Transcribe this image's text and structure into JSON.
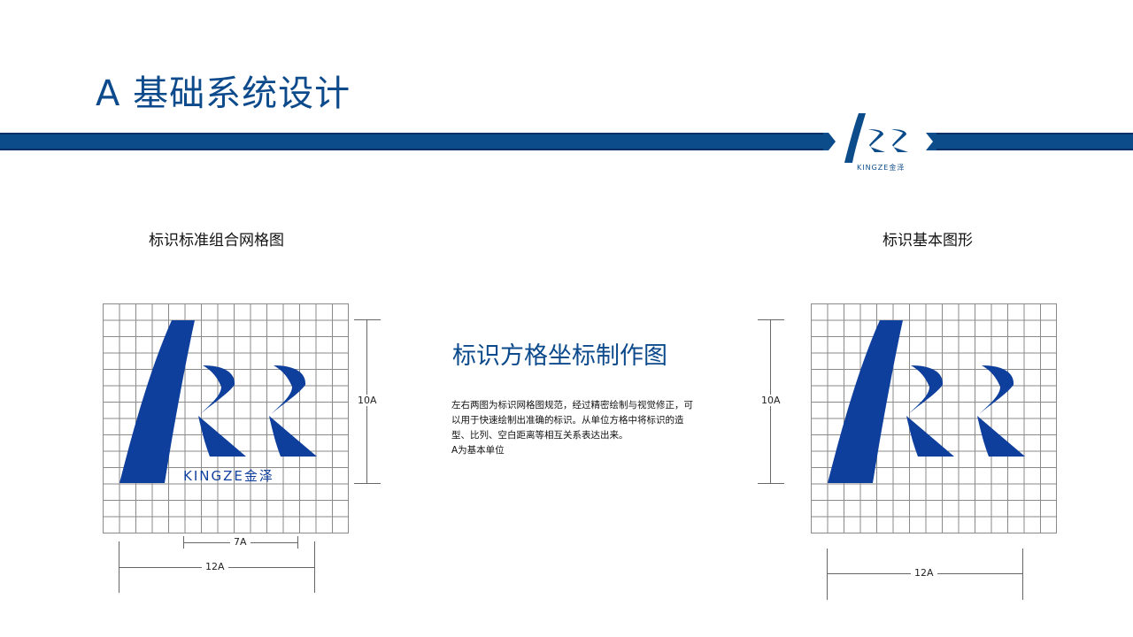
{
  "header": {
    "title": "A 基础系统设计",
    "brand_logo": {
      "text_latin": "KINGZE",
      "text_cn": "金泽",
      "icon": "kingze-logo-icon"
    }
  },
  "colors": {
    "brand_blue": "#0d4a8c",
    "logo_blue": "#0e3f9c",
    "grid_line": "#8a8a8a"
  },
  "left_panel": {
    "heading": "标识标准组合网格图",
    "grid": {
      "columns": 15,
      "rows": 14
    },
    "logo_text_latin": "KINGZE",
    "logo_text_cn": "金泽",
    "dimension_height": "10A",
    "dimension_inner_width": "7A",
    "dimension_width": "12A"
  },
  "center_panel": {
    "title": "标识方格坐标制作图",
    "description_lines": [
      "左右两图为标识网格图规范，经过精密绘制与视觉修正，可",
      "以用于快速绘制出准确的标识。从单位方格中将标识的造",
      "型、比列、空白距离等相互关系表达出来。",
      "A为基本单位"
    ]
  },
  "right_panel": {
    "heading": "标识基本图形",
    "grid": {
      "columns": 15,
      "rows": 14
    },
    "dimension_height": "10A",
    "dimension_width": "12A"
  }
}
